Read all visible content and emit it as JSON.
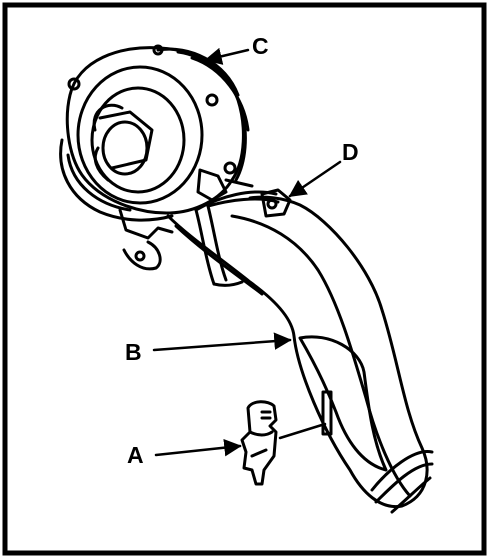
{
  "figure": {
    "labels": {
      "a": "A",
      "b": "B",
      "c": "C",
      "d": "D"
    },
    "colors": {
      "ink": "#000000",
      "paper": "#ffffff"
    }
  }
}
